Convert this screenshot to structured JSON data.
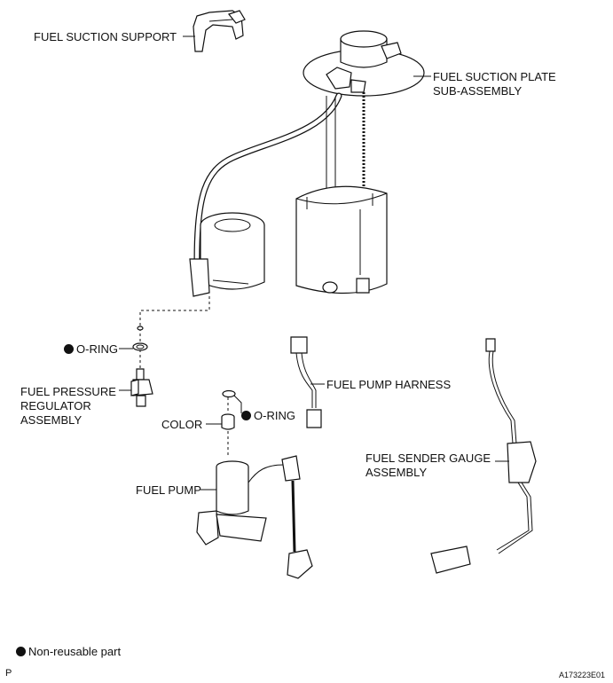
{
  "labels": {
    "fuel_suction_support": "FUEL SUCTION SUPPORT",
    "fuel_suction_plate_line1": "FUEL SUCTION PLATE",
    "fuel_suction_plate_line2": "SUB-ASSEMBLY",
    "o_ring_upper": "O-RING",
    "fuel_pressure_regulator_line1": "FUEL PRESSURE",
    "fuel_pressure_regulator_line2": "REGULATOR",
    "fuel_pressure_regulator_line3": "ASSEMBLY",
    "fuel_pump_harness": "FUEL PUMP HARNESS",
    "o_ring_lower": "O-RING",
    "color": "COLOR",
    "fuel_sender_gauge_line1": "FUEL SENDER GAUGE",
    "fuel_sender_gauge_line2": "ASSEMBLY",
    "fuel_pump": "FUEL PUMP"
  },
  "legend": {
    "symbol": "filled-circle",
    "text": "Non-reusable part"
  },
  "footer": {
    "page_marker": "P",
    "figure_id": "A173223E01"
  },
  "colors": {
    "line": "#111111",
    "background": "#ffffff"
  }
}
